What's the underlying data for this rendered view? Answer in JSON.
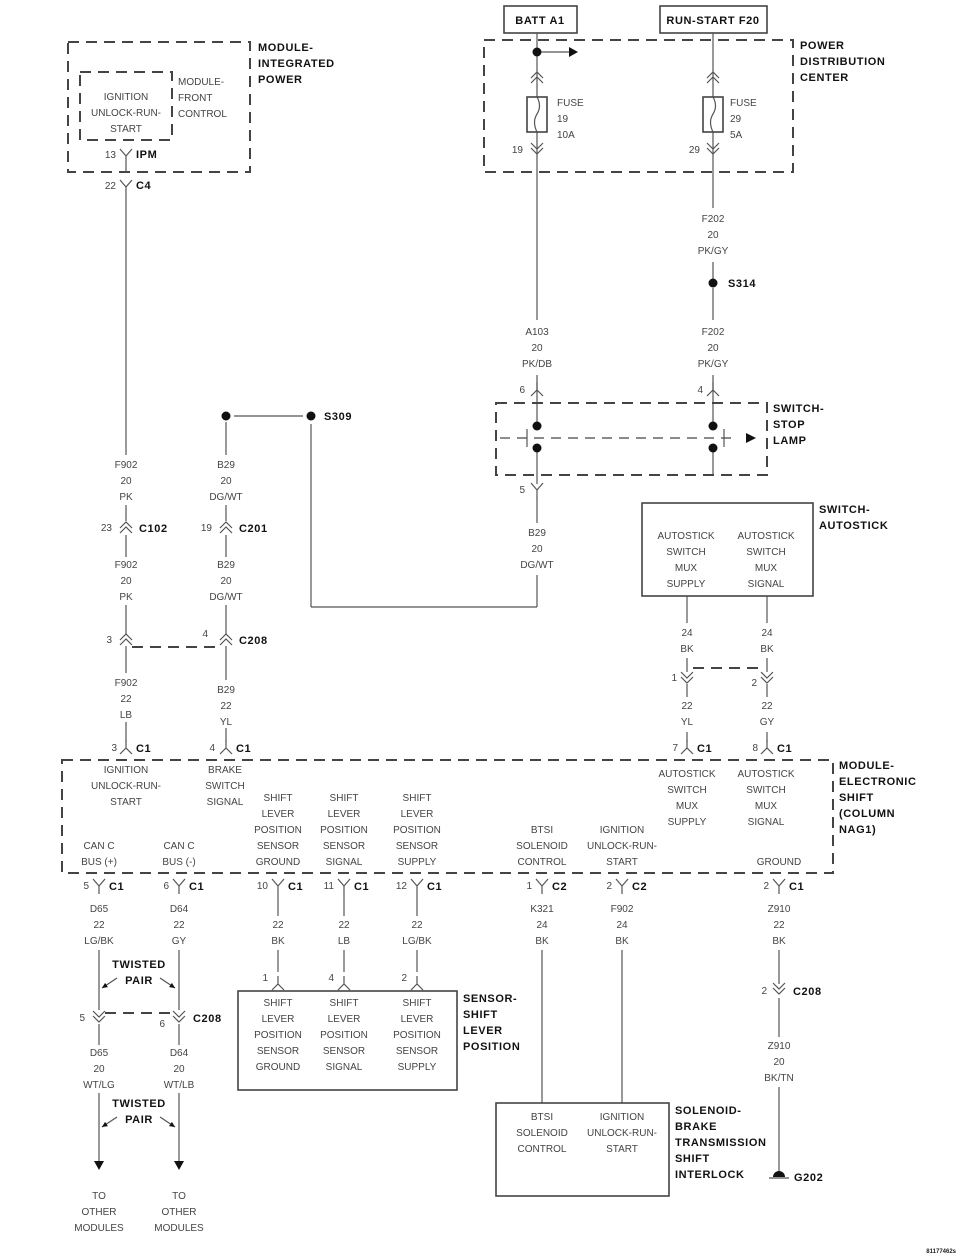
{
  "diagram_id": "81177462s",
  "ipm": {
    "title": [
      "MODULE-",
      "INTEGRATED",
      "POWER"
    ],
    "front_control_title": [
      "MODULE-",
      "FRONT",
      "CONTROL"
    ],
    "pin_function": [
      "IGNITION",
      "UNLOCK-RUN-",
      "START"
    ],
    "ipm_cavity": "13",
    "ipm_connector": "IPM",
    "c4_cavity": "22",
    "c4_connector": "C4"
  },
  "pdc": {
    "title": [
      "POWER",
      "DISTRIBUTION",
      "CENTER"
    ],
    "batt_label": "BATT A1",
    "run_start_label": "RUN-START F20",
    "fuse_19": [
      "FUSE",
      "19",
      "10A"
    ],
    "fuse_29": [
      "FUSE",
      "29",
      "5A"
    ],
    "cavity_19": "19",
    "cavity_29": "29"
  },
  "splices": {
    "s309": "S309",
    "s314": "S314"
  },
  "stop_lamp": {
    "title": [
      "SWITCH-",
      "STOP",
      "LAMP"
    ],
    "pin_in_a": "6",
    "pin_in_b": "4",
    "pin_out": "5"
  },
  "autostick": {
    "title": [
      "SWITCH-",
      "AUTOSTICK"
    ],
    "supply": [
      "AUTOSTICK",
      "SWITCH",
      "MUX",
      "SUPPLY"
    ],
    "signal": [
      "AUTOSTICK",
      "SWITCH",
      "MUX",
      "SIGNAL"
    ],
    "pins": [
      "1",
      "2"
    ]
  },
  "wires": {
    "a103": [
      "A103",
      "20",
      "PK/DB"
    ],
    "f202_upper": [
      "F202",
      "20",
      "PK/GY"
    ],
    "f202_lower": [
      "F202",
      "20",
      "PK/GY"
    ],
    "b29_stoplamp": [
      "B29",
      "20",
      "DG/WT"
    ],
    "f902_upper": [
      "F902",
      "20",
      "PK"
    ],
    "f902_mid": [
      "F902",
      "20",
      "PK"
    ],
    "f902_lower": [
      "F902",
      "22",
      "LB"
    ],
    "b29_upper": [
      "B29",
      "20",
      "DG/WT"
    ],
    "b29_mid": [
      "B29",
      "20",
      "DG/WT"
    ],
    "b29_lower": [
      "B29",
      "22",
      "YL"
    ],
    "autostick_supply_upper": [
      "24",
      "BK"
    ],
    "autostick_signal_upper": [
      "24",
      "BK"
    ],
    "autostick_supply_lower": [
      "22",
      "YL"
    ],
    "autostick_signal_lower": [
      "22",
      "GY"
    ],
    "d65_upper": [
      "D65",
      "22",
      "LG/BK"
    ],
    "d64_upper": [
      "D64",
      "22",
      "GY"
    ],
    "slp_ground": [
      "22",
      "BK"
    ],
    "slp_signal": [
      "22",
      "LB"
    ],
    "slp_supply": [
      "22",
      "LG/BK"
    ],
    "k321": [
      "K321",
      "24",
      "BK"
    ],
    "f902_btsi": [
      "F902",
      "24",
      "BK"
    ],
    "z910_upper": [
      "Z910",
      "22",
      "BK"
    ],
    "z910_lower": [
      "Z910",
      "20",
      "BK/TN"
    ],
    "d65_lower": [
      "D65",
      "20",
      "WT/LG"
    ],
    "d64_lower": [
      "D64",
      "20",
      "WT/LB"
    ]
  },
  "connectors": {
    "c102": {
      "cavity": "23",
      "name": "C102"
    },
    "c201": {
      "cavity": "19",
      "name": "C201"
    },
    "c208_upper": {
      "cavities": [
        "3",
        "4"
      ],
      "name": "C208"
    },
    "esm_top": [
      {
        "cavity": "3",
        "name": "C1"
      },
      {
        "cavity": "4",
        "name": "C1"
      },
      {
        "cavity": "7",
        "name": "C1"
      },
      {
        "cavity": "8",
        "name": "C1"
      }
    ],
    "esm_bottom": [
      {
        "cavity": "5",
        "name": "C1"
      },
      {
        "cavity": "6",
        "name": "C1"
      },
      {
        "cavity": "10",
        "name": "C1"
      },
      {
        "cavity": "11",
        "name": "C1"
      },
      {
        "cavity": "12",
        "name": "C1"
      },
      {
        "cavity": "1",
        "name": "C2"
      },
      {
        "cavity": "2",
        "name": "C2"
      },
      {
        "cavity": "2",
        "name": "C1"
      }
    ],
    "c208_can": {
      "cavities": [
        "5",
        "6"
      ],
      "name": "C208"
    },
    "c208_ground": {
      "cavity": "2",
      "name": "C208"
    }
  },
  "esm": {
    "title": [
      "MODULE-",
      "ELECTRONIC",
      "SHIFT",
      "(COLUMN",
      "NAG1)"
    ],
    "functions": {
      "ignition": [
        "IGNITION",
        "UNLOCK-RUN-",
        "START"
      ],
      "brake": [
        "BRAKE",
        "SWITCH",
        "SIGNAL"
      ],
      "slp_ground": [
        "SHIFT",
        "LEVER",
        "POSITION",
        "SENSOR",
        "GROUND"
      ],
      "slp_signal": [
        "SHIFT",
        "LEVER",
        "POSITION",
        "SENSOR",
        "SIGNAL"
      ],
      "slp_supply": [
        "SHIFT",
        "LEVER",
        "POSITION",
        "SENSOR",
        "SUPPLY"
      ],
      "can_plus": [
        "CAN C",
        "BUS (+)"
      ],
      "can_minus": [
        "CAN C",
        "BUS (-)"
      ],
      "btsi": [
        "BTSI",
        "SOLENOID",
        "CONTROL"
      ],
      "ignition_2": [
        "IGNITION",
        "UNLOCK-RUN-",
        "START"
      ],
      "as_supply": [
        "AUTOSTICK",
        "SWITCH",
        "MUX",
        "SUPPLY"
      ],
      "as_signal": [
        "AUTOSTICK",
        "SWITCH",
        "MUX",
        "SIGNAL"
      ],
      "ground": [
        "GROUND"
      ]
    }
  },
  "sensor": {
    "title": [
      "SENSOR-",
      "SHIFT",
      "LEVER",
      "POSITION"
    ],
    "pins": [
      "1",
      "4",
      "2"
    ],
    "ground": [
      "SHIFT",
      "LEVER",
      "POSITION",
      "SENSOR",
      "GROUND"
    ],
    "signal": [
      "SHIFT",
      "LEVER",
      "POSITION",
      "SENSOR",
      "SIGNAL"
    ],
    "supply": [
      "SHIFT",
      "LEVER",
      "POSITION",
      "SENSOR",
      "SUPPLY"
    ]
  },
  "solenoid": {
    "title": [
      "SOLENOID-",
      "BRAKE",
      "TRANSMISSION",
      "SHIFT",
      "INTERLOCK"
    ],
    "btsi": [
      "BTSI",
      "SOLENOID",
      "CONTROL"
    ],
    "ignition": [
      "IGNITION",
      "UNLOCK-RUN-",
      "START"
    ]
  },
  "can": {
    "twisted_pair_upper": [
      "TWISTED",
      "PAIR"
    ],
    "twisted_pair_lower": [
      "TWISTED",
      "PAIR"
    ],
    "dest_left": [
      "TO",
      "OTHER",
      "MODULES"
    ],
    "dest_right": [
      "TO",
      "OTHER",
      "MODULES"
    ]
  },
  "ground": {
    "g202": "G202"
  }
}
